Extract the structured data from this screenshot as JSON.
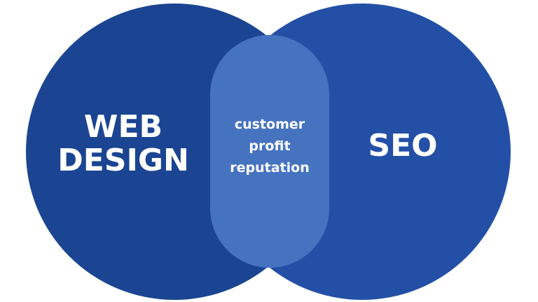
{
  "colors": {
    "left_circle": "#1b4592",
    "right_circle": "#2350a6",
    "overlap": "#4673c0",
    "text": "#ffffff"
  },
  "left": {
    "line1": "WEB",
    "line2": "DESIGN"
  },
  "right": {
    "label": "SEO"
  },
  "overlap": {
    "items": [
      "customer",
      "profit",
      "reputation"
    ]
  }
}
